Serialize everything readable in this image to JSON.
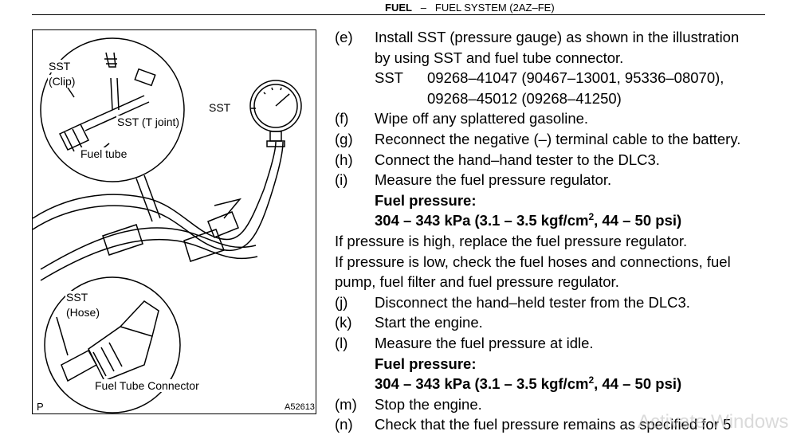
{
  "header": {
    "section": "FUEL",
    "dash": "–",
    "subsection": "FUEL SYSTEM (2AZ–FE)"
  },
  "figure": {
    "labels": {
      "sst_clip_1": "SST",
      "sst_clip_2": "(Clip)",
      "sst_t_joint": "SST (T joint)",
      "fuel_tube": "Fuel tube",
      "sst_gauge": "SST",
      "sst_hose_1": "SST",
      "sst_hose_2": "(Hose)",
      "fuel_tube_connector": "Fuel Tube Connector"
    },
    "corner_letter": "P",
    "figure_code": "A52613"
  },
  "steps": {
    "e": {
      "letter": "(e)",
      "line1": "Install SST (pressure gauge) as shown in the illustration",
      "line2": "by using SST and fuel tube connector."
    },
    "sst": {
      "key": "SST",
      "line1": "09268–41047 (90467–13001, 95336–08070),",
      "line2": "09268–45012 (09268–41250)"
    },
    "f": {
      "letter": "(f)",
      "text": "Wipe off any splattered gasoline."
    },
    "g": {
      "letter": "(g)",
      "text": "Reconnect the negative (–) terminal cable to the battery."
    },
    "h": {
      "letter": "(h)",
      "text": "Connect the hand–hand tester to the DLC3."
    },
    "i": {
      "letter": "(i)",
      "text": "Measure the fuel pressure regulator."
    },
    "spec1": {
      "label": "Fuel pressure:",
      "pre": "304 – 343 kPa (3.1 – 3.5 kgf/cm",
      "sup": "2",
      "post": ", 44 – 50 psi)"
    },
    "high": "If pressure is high, replace the fuel pressure regulator.",
    "low1": "If pressure is low, check the fuel hoses and connections, fuel",
    "low2": "pump, fuel filter and fuel pressure regulator.",
    "j": {
      "letter": "(j)",
      "text": "Disconnect the hand–held tester from the DLC3."
    },
    "k": {
      "letter": "(k)",
      "text": "Start the engine."
    },
    "l": {
      "letter": "(l)",
      "text": "Measure the fuel pressure at idle."
    },
    "spec2": {
      "label": "Fuel pressure:",
      "pre": "304 – 343 kPa (3.1 – 3.5 kgf/cm",
      "sup": "2",
      "post": ", 44 – 50 psi)"
    },
    "m": {
      "letter": "(m)",
      "text": "Stop the engine."
    },
    "n": {
      "letter": "(n)",
      "text": "Check that the fuel pressure remains as specified for 5"
    }
  },
  "watermark": "Activate Windows"
}
